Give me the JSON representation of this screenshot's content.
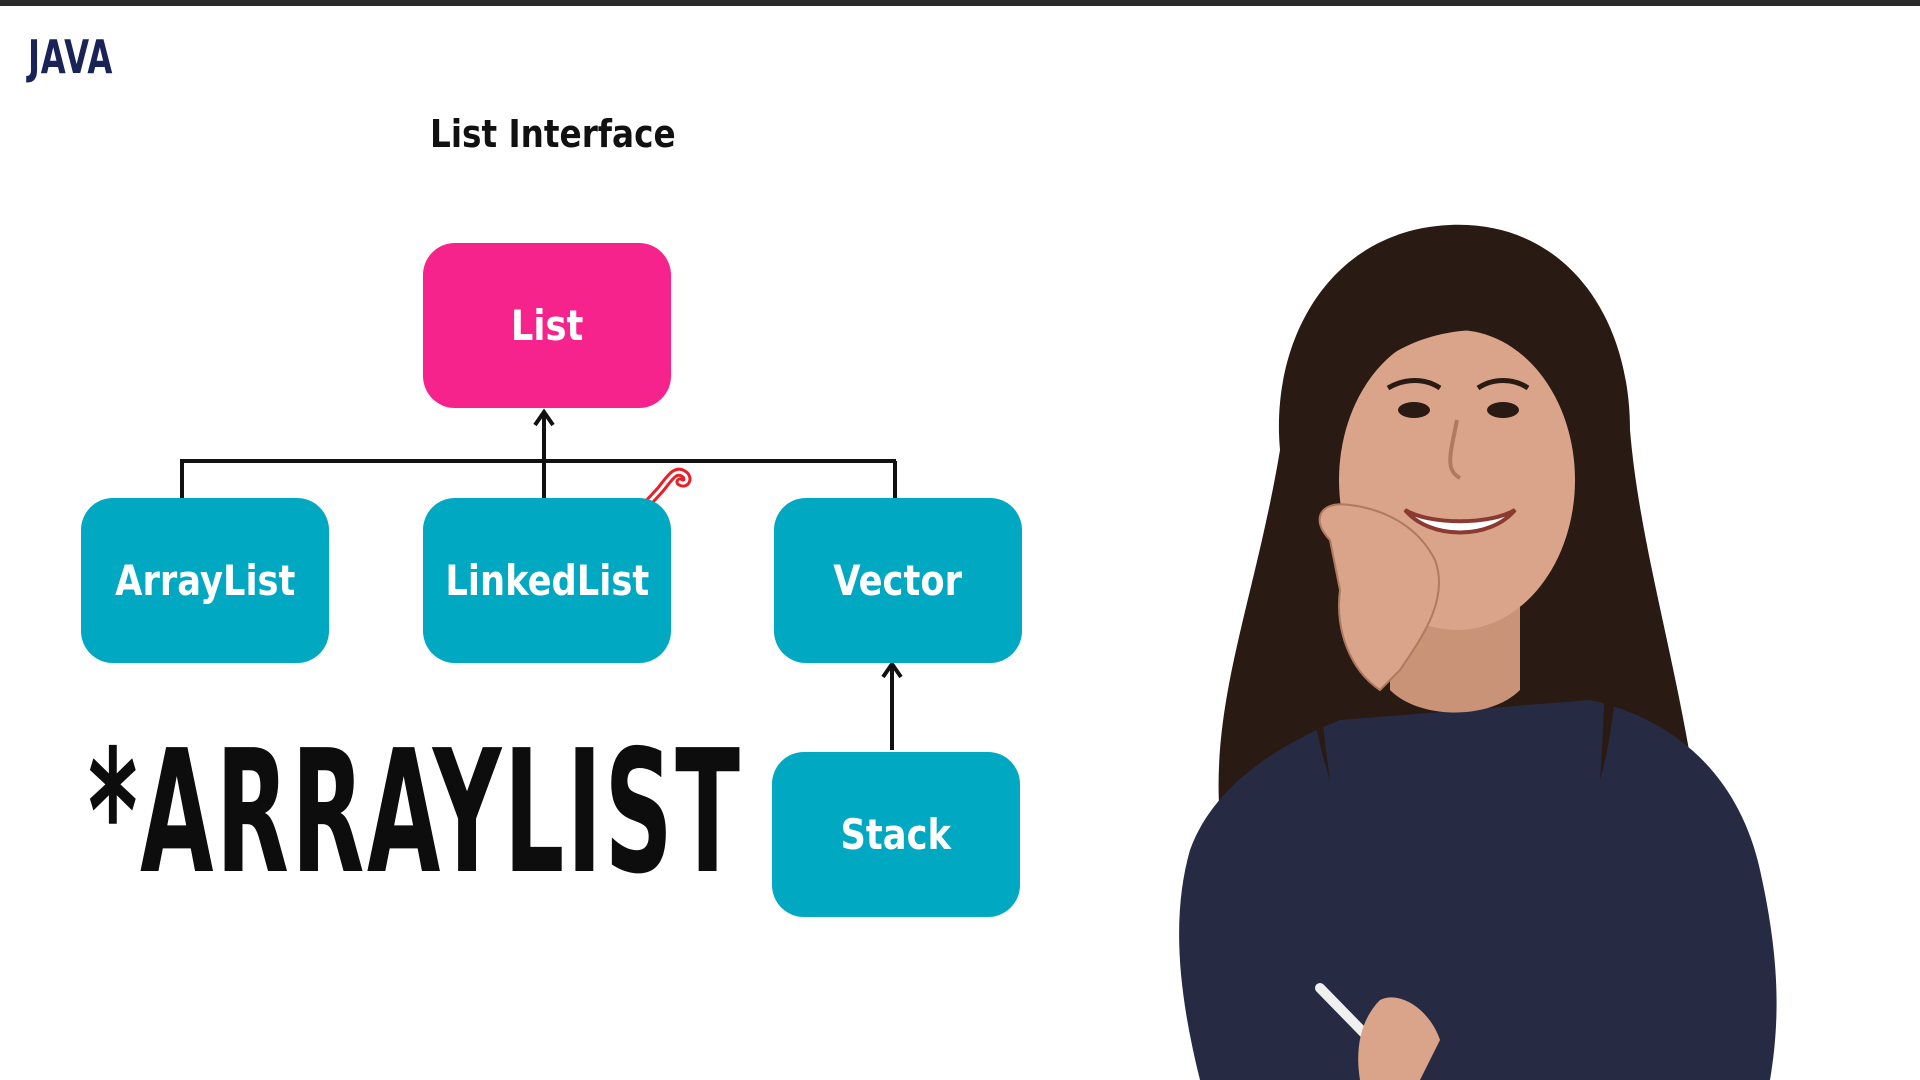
{
  "brand": {
    "label": "JAVA"
  },
  "slide": {
    "title": "List Interface"
  },
  "diagram": {
    "root": {
      "label": "List",
      "color": "#f7238d"
    },
    "children": [
      {
        "label": "ArrayList",
        "color": "#00a8c2"
      },
      {
        "label": "LinkedList",
        "color": "#00a8c2"
      },
      {
        "label": "Vector",
        "color": "#00a8c2"
      }
    ],
    "grandchild": {
      "label": "Stack",
      "color": "#00a8c2",
      "parent": "Vector"
    },
    "line_color": "#111111"
  },
  "overlay": {
    "text": "*ARRAYLIST"
  },
  "colors": {
    "brand": "#1a2358",
    "pink_node": "#f7238d",
    "teal_node": "#00a8c2",
    "annotation": "#e8202a",
    "shirt": "#262a42",
    "hair": "#2a1a14"
  },
  "presenter": {
    "icon": "presenter-person-image"
  }
}
